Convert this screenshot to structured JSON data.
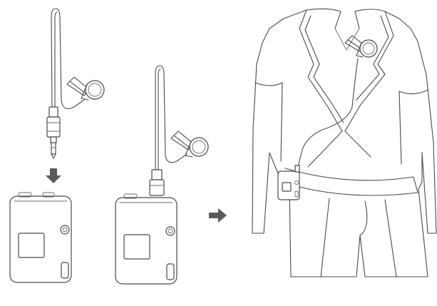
{
  "scene": {
    "steps": [
      {
        "id": "plug-in-microphone"
      },
      {
        "id": "microphone-connected"
      },
      {
        "id": "worn-on-jacket"
      }
    ],
    "colors": {
      "line": "#4a4a4a",
      "arrow": "#5a5a5a",
      "background": "#ffffff"
    },
    "icons": [
      "arrow-down-icon",
      "arrow-right-icon"
    ]
  }
}
